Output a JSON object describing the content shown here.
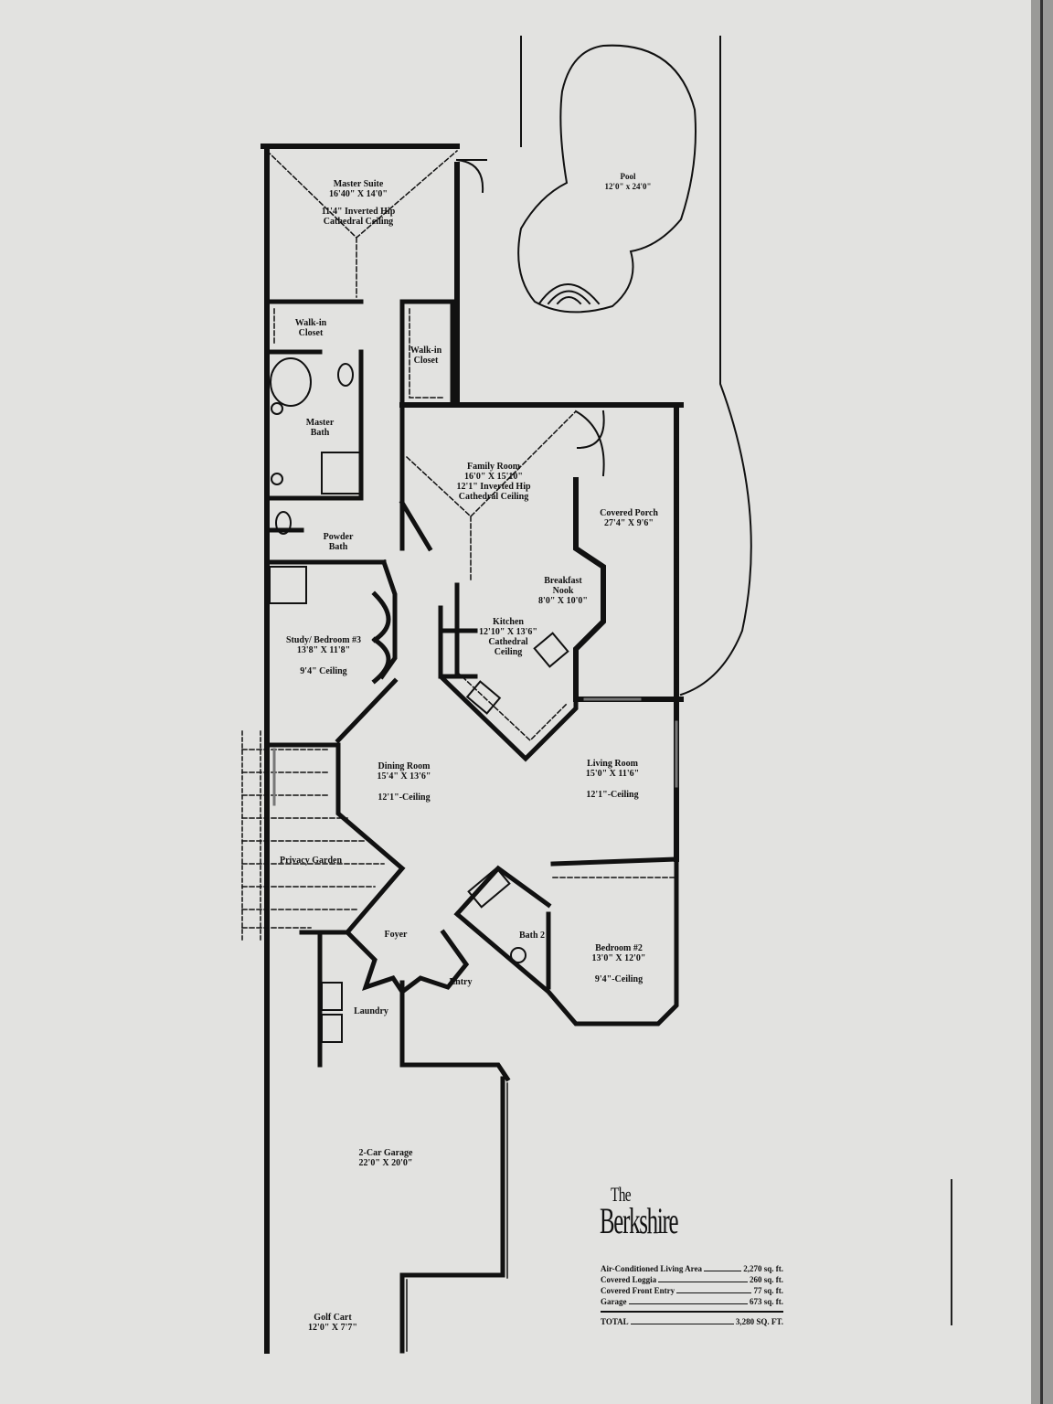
{
  "plan": {
    "rooms": [
      {
        "name": "Master Suite",
        "dims": "16'40\" X 14'0\"",
        "ceiling": "11'4\" Inverted Hip",
        "ceiling2": "Cathedral Ceiling"
      },
      {
        "name": "Walk-in",
        "name2": "Closet"
      },
      {
        "name": "Walk-in",
        "name2": "Closet"
      },
      {
        "name": "Master",
        "name2": "Bath"
      },
      {
        "name": "Powder",
        "name2": "Bath"
      },
      {
        "name": "Family Room",
        "dims": "16'0\" X 15'10\"",
        "ceiling": "12'1\" Inverted Hip",
        "ceiling2": "Cathedral Ceiling"
      },
      {
        "name": "Covered Porch",
        "dims": "27'4\" X 9'6\""
      },
      {
        "name": "Breakfast",
        "name2": "Nook",
        "dims": "8'0\" X 10'0\""
      },
      {
        "name": "Kitchen",
        "dims": "12'10\" X 13'6\"",
        "ceiling": "Cathedral",
        "ceiling2": "Ceiling"
      },
      {
        "name": "Study/ Bedroom #3",
        "dims": "13'8\" X 11'8\"",
        "ceiling": "9'4\" Ceiling"
      },
      {
        "name": "Dining Room",
        "dims": "15'4\" X 13'6\"",
        "ceiling": "12'1\"-Ceiling"
      },
      {
        "name": "Living Room",
        "dims": "15'0\" X 11'6\"",
        "ceiling": "12'1\"-Ceiling"
      },
      {
        "name": "Privacy Garden"
      },
      {
        "name": "Foyer"
      },
      {
        "name": "Entry"
      },
      {
        "name": "Bath 2"
      },
      {
        "name": "Bedroom #2",
        "dims": "13'0\" X 12'0\"",
        "ceiling": "9'4\"-Ceiling"
      },
      {
        "name": "Laundry"
      },
      {
        "name": "2-Car Garage",
        "dims": "22'0\" X 20'0\""
      },
      {
        "name": "Golf Cart",
        "dims": "12'0\" X 7'7\""
      },
      {
        "name": "Pool",
        "dims": "12'0\" x 24'0\""
      }
    ]
  },
  "title_block": {
    "the": "The",
    "name": "Berkshire",
    "areas": [
      {
        "label": "Air-Conditioned Living Area",
        "value": "2,270 sq. ft."
      },
      {
        "label": "Covered Loggia",
        "value": "260 sq. ft."
      },
      {
        "label": "Covered Front Entry",
        "value": "77 sq. ft."
      },
      {
        "label": "Garage",
        "value": "673 sq. ft."
      }
    ],
    "total_label": "TOTAL",
    "total_value": "3,280 SQ. FT."
  }
}
